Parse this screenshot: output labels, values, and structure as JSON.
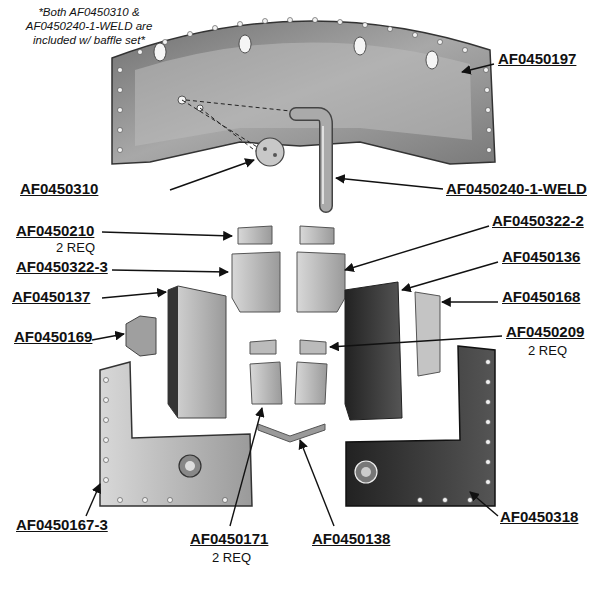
{
  "diagram": {
    "labels": [
      "*Both AF0450310 & AF0450240-1-WELD are included w/ baffle set*",
      "AF0450197",
      "AF0450310",
      "AF0450240-1-WELD",
      "AF0450210",
      "2 REQ",
      "AF0450322-2",
      "AF0450322-3",
      "AF0450136",
      "AF0450137",
      "AF0450168",
      "AF0450169",
      "AF0450209",
      "2 REQ",
      "AF0450167-3",
      "AF0450318",
      "AF0450171",
      "2 REQ",
      "AF0450138"
    ]
  }
}
